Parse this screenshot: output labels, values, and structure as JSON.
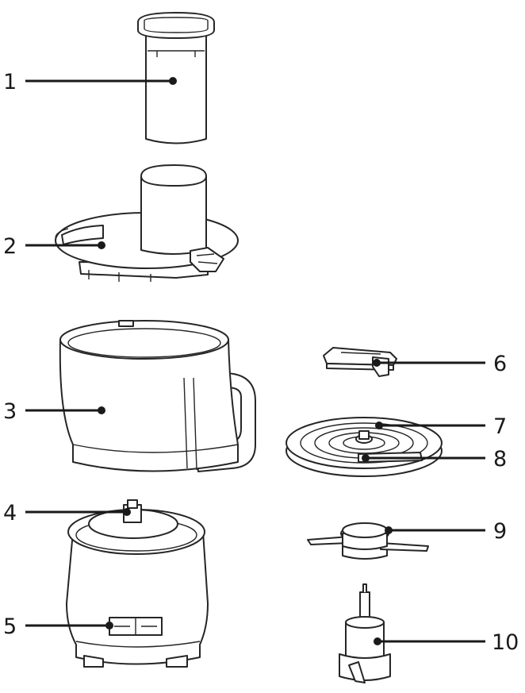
{
  "labels": [
    {
      "id": "1",
      "text": "1"
    },
    {
      "id": "2",
      "text": "2"
    },
    {
      "id": "3",
      "text": "3"
    },
    {
      "id": "4",
      "text": "4"
    },
    {
      "id": "5",
      "text": "5"
    },
    {
      "id": "6",
      "text": "6"
    },
    {
      "id": "7",
      "text": "7"
    },
    {
      "id": "8",
      "text": "8"
    },
    {
      "id": "9",
      "text": "9"
    },
    {
      "id": "10",
      "text": "10"
    }
  ]
}
